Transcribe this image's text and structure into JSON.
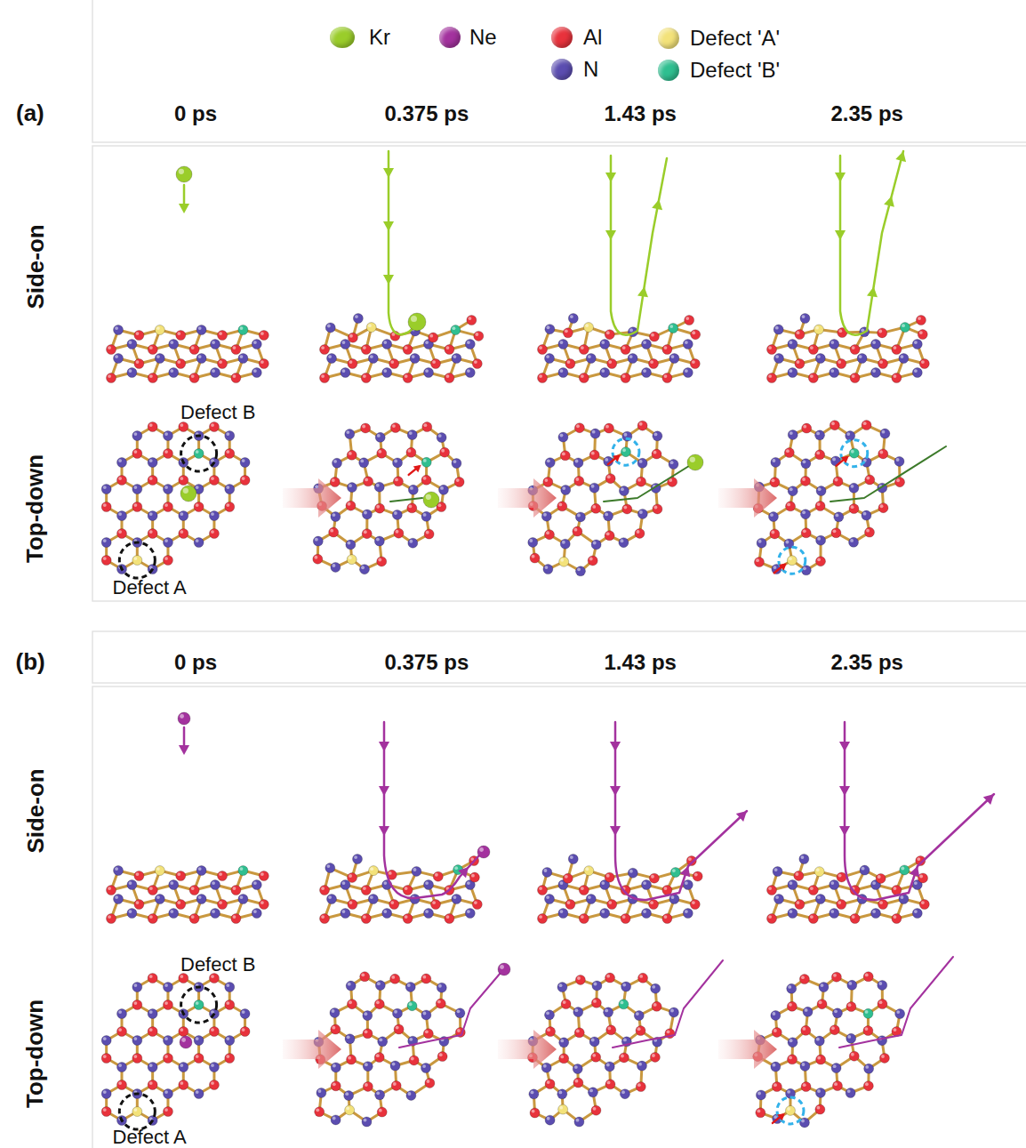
{
  "diagram": {
    "labels": [
      "(a)",
      "0 ps",
      "0.375 ps",
      "1.43 ps",
      "2.35 ps",
      "Side-on",
      "Top-down",
      "Defect B",
      "Defect A",
      "(b)",
      "0 ps",
      "0.375 ps",
      "1.43 ps",
      "2.35 ps",
      "Side-on",
      "Top-down",
      "Defect B",
      "Defect A"
    ],
    "legend": [
      {
        "text": "Kr",
        "color": "#9acd2a"
      },
      {
        "text": "Ne",
        "color": "#a3329e"
      },
      {
        "text": "Al",
        "color": "#e8323c"
      },
      {
        "text": "N",
        "color": "#5b4db0"
      },
      {
        "text": "Defect 'A'",
        "color": "#f3e27a"
      },
      {
        "text": "Defect 'B'",
        "color": "#2fbf90"
      }
    ]
  }
}
